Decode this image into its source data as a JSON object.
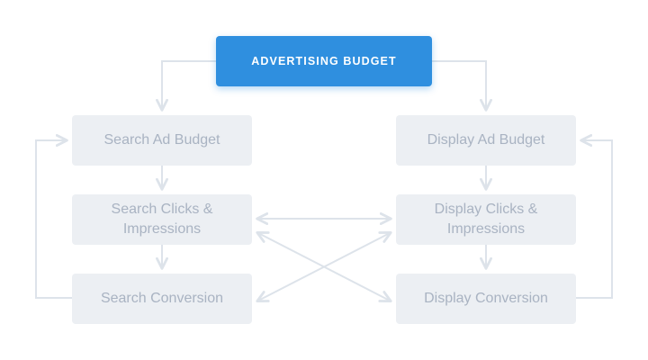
{
  "colors": {
    "root_fill": "#2f8fdf",
    "node_fill": "#eceff3",
    "node_text": "#a9b3c2",
    "connector": "#dde3ea"
  },
  "root": {
    "label": "ADVERTISING BUDGET"
  },
  "search": {
    "budget": "Search Ad Budget",
    "clicks": "Search Clicks &\nImpressions",
    "conversion": "Search Conversion"
  },
  "display": {
    "budget": "Display Ad Budget",
    "clicks": "Display Clicks &\nImpressions",
    "conversion": "Display Conversion"
  }
}
